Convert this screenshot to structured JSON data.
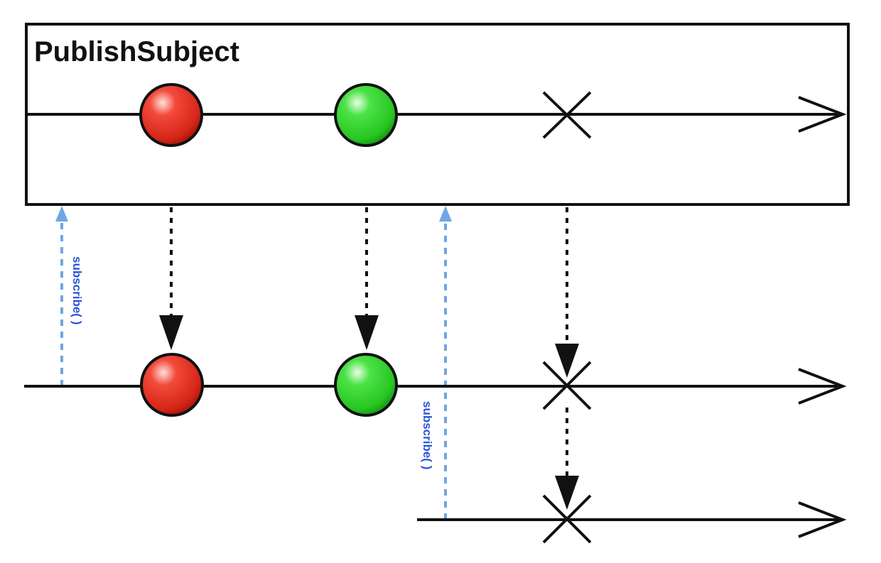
{
  "title": "PublishSubject",
  "subscribe_label": "subscribe( )",
  "colors": {
    "red_item": "#e02a1e",
    "green_item": "#2fd52a",
    "subscribe_text": "#2a54d8",
    "subscribe_line": "#6fa6e6",
    "line": "#111111"
  },
  "timelines": {
    "source": {
      "items": [
        "red",
        "green"
      ],
      "terminates_with": "error"
    },
    "subscriber_1": {
      "items": [
        "red",
        "green"
      ],
      "terminates_with": "error"
    },
    "subscriber_2": {
      "items": [],
      "terminates_with": "error"
    }
  }
}
